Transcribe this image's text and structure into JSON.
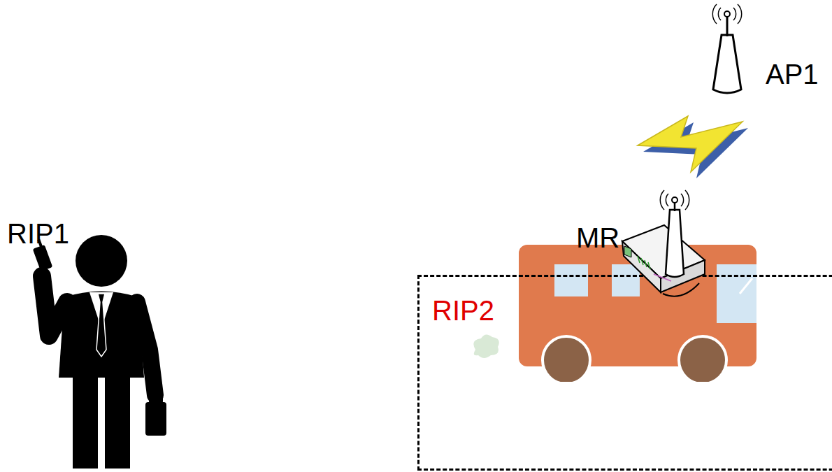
{
  "diagram": {
    "nodes": [
      {
        "text": [
          "RIP2"
        ]
      }
    ],
    "labels": [
      "RIP1",
      "MR",
      "AP1"
    ]
  }
}
